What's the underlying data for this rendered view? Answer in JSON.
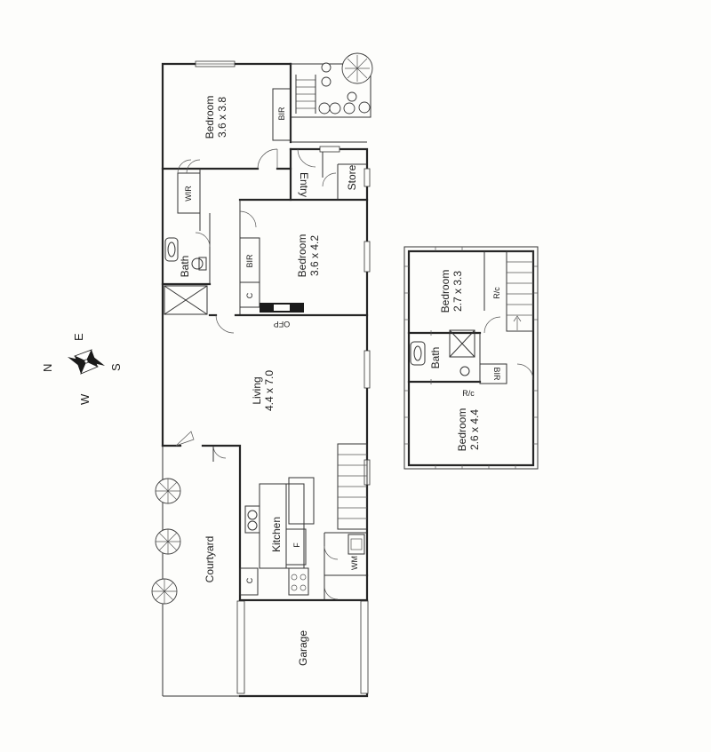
{
  "rooms": {
    "bedroom_main": {
      "name": "Bedroom",
      "size": "3.6 x 3.8"
    },
    "bedroom_mid": {
      "name": "Bedroom",
      "size": "3.6 x 4.2"
    },
    "living": {
      "name": "Living",
      "size": "4.4 x 7.0"
    },
    "bedroom_up1": {
      "name": "Bedroom",
      "size": "2.7 x 3.3"
    },
    "bedroom_up2": {
      "name": "Bedroom",
      "size": "2.6 x 4.4"
    }
  },
  "labels": {
    "bir": "BIR",
    "wir": "WIR",
    "bath": "Bath",
    "entry": "Entry",
    "store": "Store",
    "ofp": "OFP",
    "cupboard": "C",
    "fridge": "F",
    "kitchen": "Kitchen",
    "wm": "WM",
    "courtyard": "Courtyard",
    "garage": "Garage",
    "rc": "R/c"
  },
  "compass": {
    "n": "N",
    "e": "E",
    "s": "S",
    "w": "W"
  }
}
